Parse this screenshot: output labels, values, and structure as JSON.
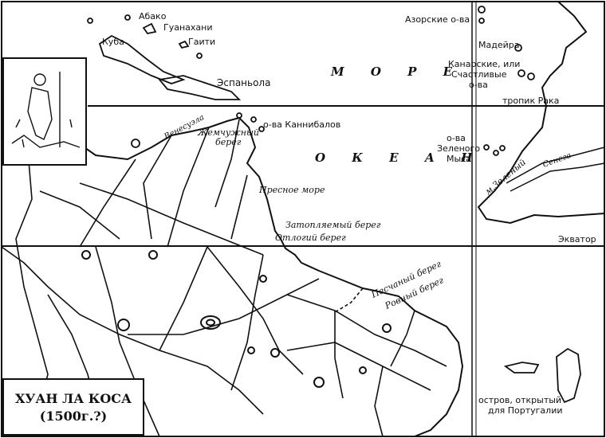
{
  "title": {
    "line1": "ХУАН ЛА КОСА",
    "line2": "(1500г.?)"
  },
  "sea_labels": {
    "more": "М О Р Е",
    "okean": "О К Е А Н"
  },
  "places": {
    "abako": "Абако",
    "guanahani": "Гуанахани",
    "kuba": "Куба",
    "gaiti": "Гаити",
    "espanola": "Эспаньола",
    "azores": "Азорские о-ва",
    "madeira": "Мадейра",
    "canary1": "Канарские, или",
    "canary2": "Счастливые",
    "canary3": "о-ва",
    "tropic": "тропик Рака",
    "venezuela": "Венесуэла",
    "pearl1": "Жемчужный",
    "pearl2": "берег",
    "cannibals": "о-ва Каннибалов",
    "fresh_sea": "Пресное море",
    "cape_verde1": "о-ва",
    "cape_verde2": "Зеленого",
    "cape_verde3": "Мыса",
    "cape_green": "м.Зеленый",
    "senegal": "Сенега",
    "equator": "Экватор",
    "flooded_coast": "Затопляемый берег",
    "gentle_coast": "Отлогий берег",
    "sandy_coast": "Песчаный берег",
    "flat_coast": "Ровный берег",
    "portugal1": "остров, открытый",
    "portugal2": "для Португалии"
  },
  "colors": {
    "ink": "#111111",
    "paper": "#ffffff"
  }
}
